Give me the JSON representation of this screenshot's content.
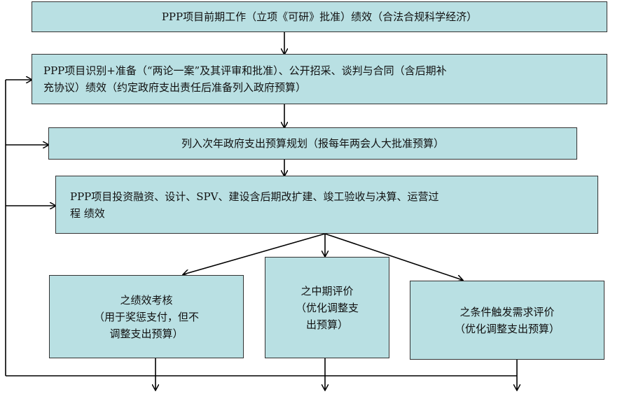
{
  "boxes": {
    "b1": "PPP项目前期工作（立项《可研》批准）绩效（合法合规科学经济）",
    "b2": "PPP项目识别+准备（“两论一案”及其评审和批准）、公开招采、谈判与合同（含后期补\n充协议）绩效（约定政府支出责任后准备列入政府预算）",
    "b3": "列入次年政府支出预算规划（报每年两会人大批准预算）",
    "b4": "PPP项目投资融资、设计、SPV、建设含后期改扩建、竣工验收与决算、运营过\n程 绩效",
    "b5": "之绩效考核\n（用于奖惩支付，但不\n调整支出预算）",
    "b6": "之中期评价\n（优化调整支\n出预算）",
    "b7": "之条件触发需求评价\n（优化调整支出预算）"
  },
  "colors": {
    "box_fill": "#b9e0e3",
    "line": "#000000"
  }
}
